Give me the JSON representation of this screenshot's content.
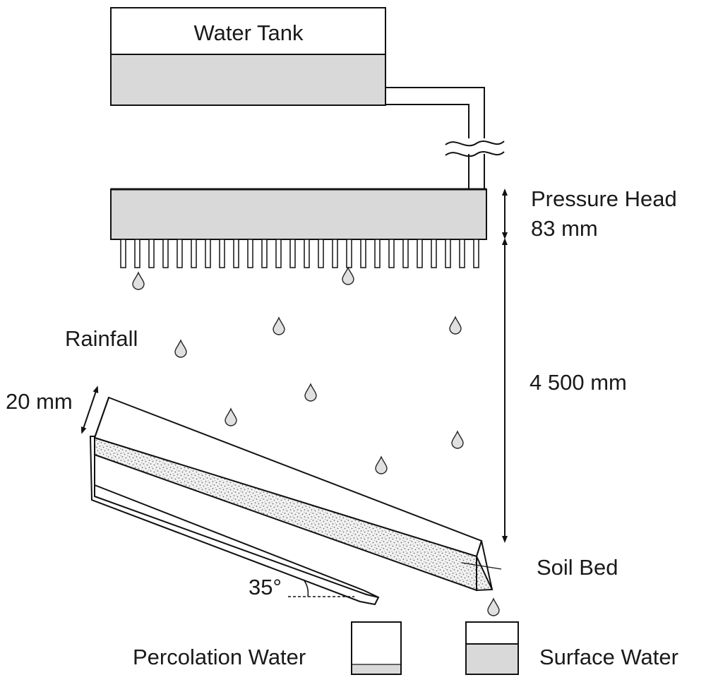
{
  "labels": {
    "water_tank": "Water Tank",
    "pressure_head": "Pressure Head",
    "pressure_head_value": "83 mm",
    "height_value": "4 500 mm",
    "rainfall": "Rainfall",
    "thickness_value": "20 mm",
    "angle_value": "35°",
    "soil_bed": "Soil Bed",
    "percolation_water": "Percolation Water",
    "surface_water": "Surface Water"
  },
  "colors": {
    "water_fill": "#d9d9d9",
    "soil_speckle": "#6e6e6e",
    "line": "#111111",
    "drop_fill": "#e0e0e0"
  },
  "icons": {
    "rain_drop": "droplet-icon",
    "pipe_break": "break-symbol-icon"
  }
}
